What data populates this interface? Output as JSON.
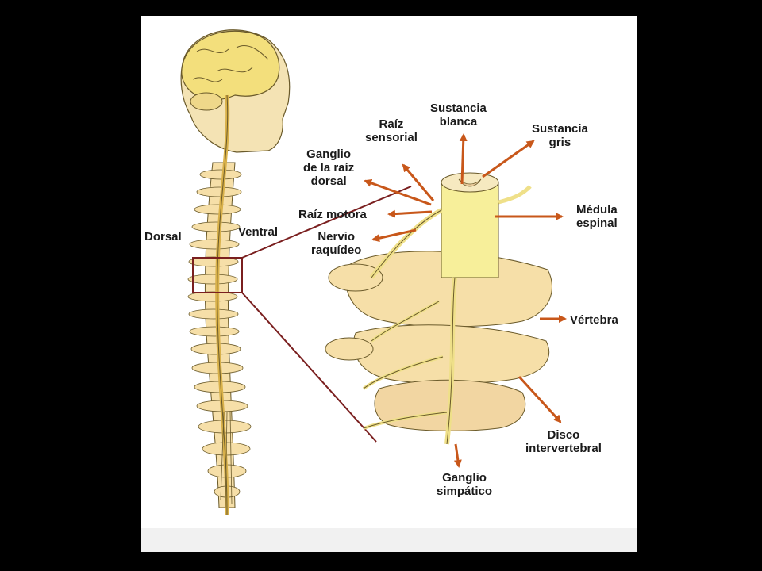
{
  "labels": {
    "dorsal": "Dorsal",
    "ventral": "Ventral",
    "raiz_sensorial": [
      "Raíz",
      "sensorial"
    ],
    "sustancia_blanca": [
      "Sustancia",
      "blanca"
    ],
    "sustancia_gris": [
      "Sustancia",
      "gris"
    ],
    "ganglio_raiz_dorsal": [
      "Ganglio",
      "de la raíz",
      "dorsal"
    ],
    "raiz_motora": "Raíz motora",
    "nervio_raquideo": [
      "Nervio",
      "raquídeo"
    ],
    "medula_espinal": [
      "Médula",
      "espinal"
    ],
    "vertebra": "Vértebra",
    "disco_intervertebral": [
      "Disco",
      "intervertebral"
    ],
    "ganglio_simpatico": [
      "Ganglio",
      "simpático"
    ]
  },
  "colors": {
    "arrow": "#c8571a",
    "bone": "#f6dfa8",
    "cord": "#f7ef9a",
    "brain": "#f3df7c",
    "outline": "#6a5a2a",
    "zoom_box": "#7a1f1f",
    "background": "#000000",
    "panel": "#ffffff"
  }
}
